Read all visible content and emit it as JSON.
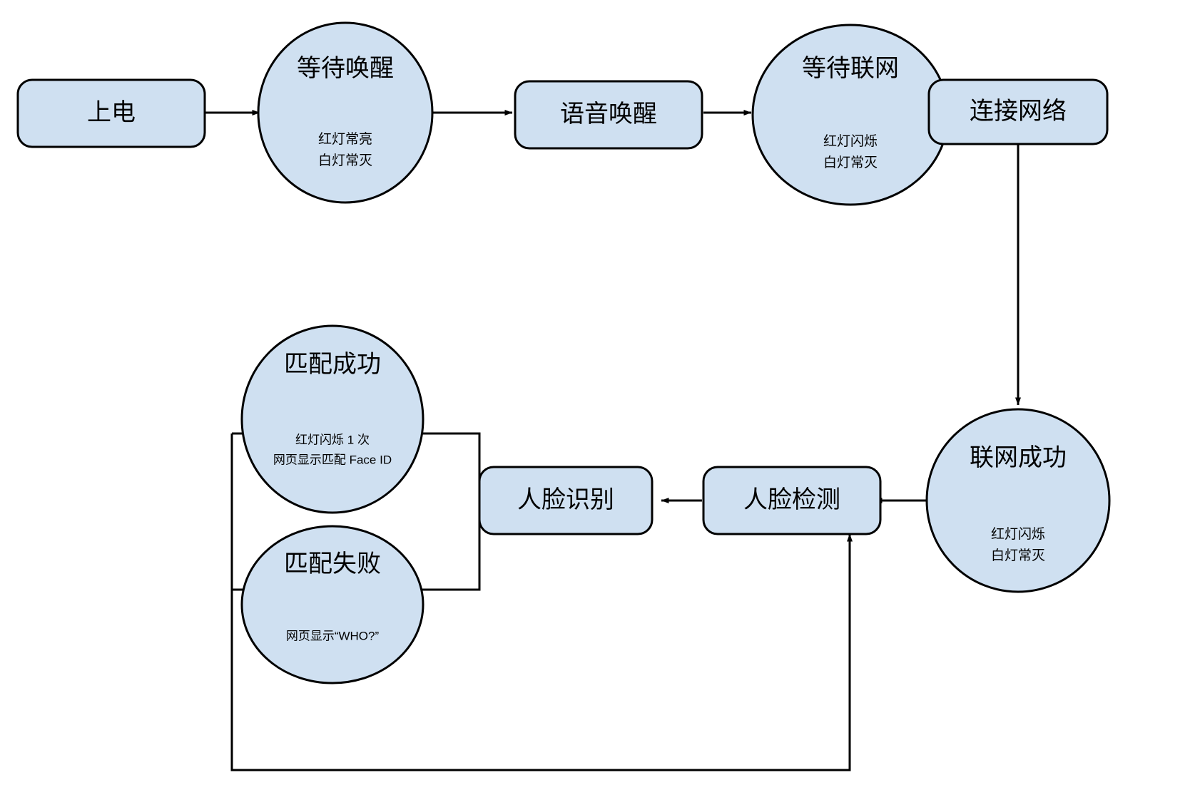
{
  "diagram": {
    "kind": "flowchart",
    "background": "#ffffff",
    "node_fill": "#cfe0f1",
    "node_stroke": "#000000",
    "nodes": [
      {
        "id": "power-on",
        "shape": "rounded-rect",
        "title": "上电",
        "sub": []
      },
      {
        "id": "wait-wakeup",
        "shape": "circle",
        "title": "等待唤醒",
        "sub": [
          "红灯常亮",
          "白灯常灭"
        ]
      },
      {
        "id": "voice-wakeup",
        "shape": "rounded-rect",
        "title": "语音唤醒",
        "sub": []
      },
      {
        "id": "wait-network",
        "shape": "circle",
        "title": "等待联网",
        "sub": [
          "红灯闪烁",
          "白灯常灭"
        ]
      },
      {
        "id": "connect-network",
        "shape": "rounded-rect",
        "title": "连接网络",
        "sub": []
      },
      {
        "id": "network-success",
        "shape": "circle",
        "title": "联网成功",
        "sub": [
          "红灯闪烁",
          "白灯常灭"
        ]
      },
      {
        "id": "face-detect",
        "shape": "rounded-rect",
        "title": "人脸检测",
        "sub": []
      },
      {
        "id": "face-recognize",
        "shape": "rounded-rect",
        "title": "人脸识别",
        "sub": []
      },
      {
        "id": "match-success",
        "shape": "circle",
        "title": "匹配成功",
        "sub": [
          "红灯闪烁 1 次",
          "网页显示匹配 Face ID"
        ]
      },
      {
        "id": "match-fail",
        "shape": "circle",
        "title": "匹配失败",
        "sub": [
          "网页显示“WHO?”"
        ]
      }
    ],
    "edges": [
      {
        "id": "e1",
        "from": "power-on",
        "to": "wait-wakeup",
        "arrow": true
      },
      {
        "id": "e2",
        "from": "wait-wakeup",
        "to": "voice-wakeup",
        "arrow": true
      },
      {
        "id": "e3",
        "from": "voice-wakeup",
        "to": "wait-network",
        "arrow": true
      },
      {
        "id": "e4",
        "from": "wait-network",
        "to": "connect-network",
        "arrow": true
      },
      {
        "id": "e5",
        "from": "connect-network",
        "to": "network-success",
        "arrow": true
      },
      {
        "id": "e6",
        "from": "network-success",
        "to": "face-detect",
        "arrow": true
      },
      {
        "id": "e7",
        "from": "face-detect",
        "to": "face-recognize",
        "arrow": true
      },
      {
        "id": "e8",
        "from": "face-recognize",
        "to": "match-success",
        "arrow": false
      },
      {
        "id": "e9",
        "from": "face-recognize",
        "to": "match-fail",
        "arrow": false
      },
      {
        "id": "e10",
        "from": "match-fail",
        "to": "face-detect",
        "arrow": true
      }
    ]
  }
}
